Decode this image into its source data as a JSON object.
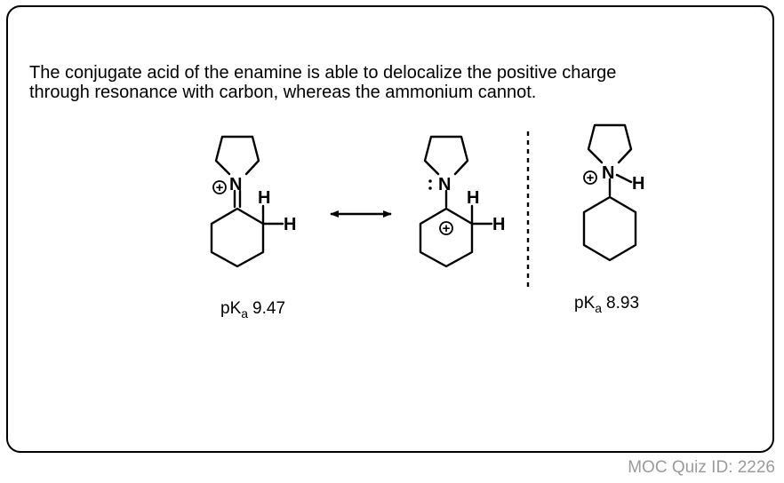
{
  "caption": {
    "line1": "The conjugate acid of the enamine is able to delocalize the positive charge",
    "line2": "through resonance with carbon, whereas the ammonium cannot."
  },
  "structures": {
    "iminium": {
      "atoms": {
        "nitrogen": "N",
        "hydrogen_top": "H",
        "hydrogen_side": "H",
        "charge": "+"
      },
      "pka": {
        "prefix": "pK",
        "subscript": "a",
        "value": "9.47"
      }
    },
    "carbocation": {
      "atoms": {
        "nitrogen": "N",
        "hydrogen_top": "H",
        "hydrogen_side": "H",
        "charge": "+"
      }
    },
    "ammonium": {
      "atoms": {
        "nitrogen": "N",
        "hydrogen": "H",
        "charge": "+"
      },
      "pka": {
        "prefix": "pK",
        "subscript": "a",
        "value": "8.93"
      }
    }
  },
  "footer": {
    "quiz_id": "MOC Quiz ID: 2226"
  },
  "colors": {
    "frame": "#000000",
    "footer_text": "#9b9b9b"
  }
}
